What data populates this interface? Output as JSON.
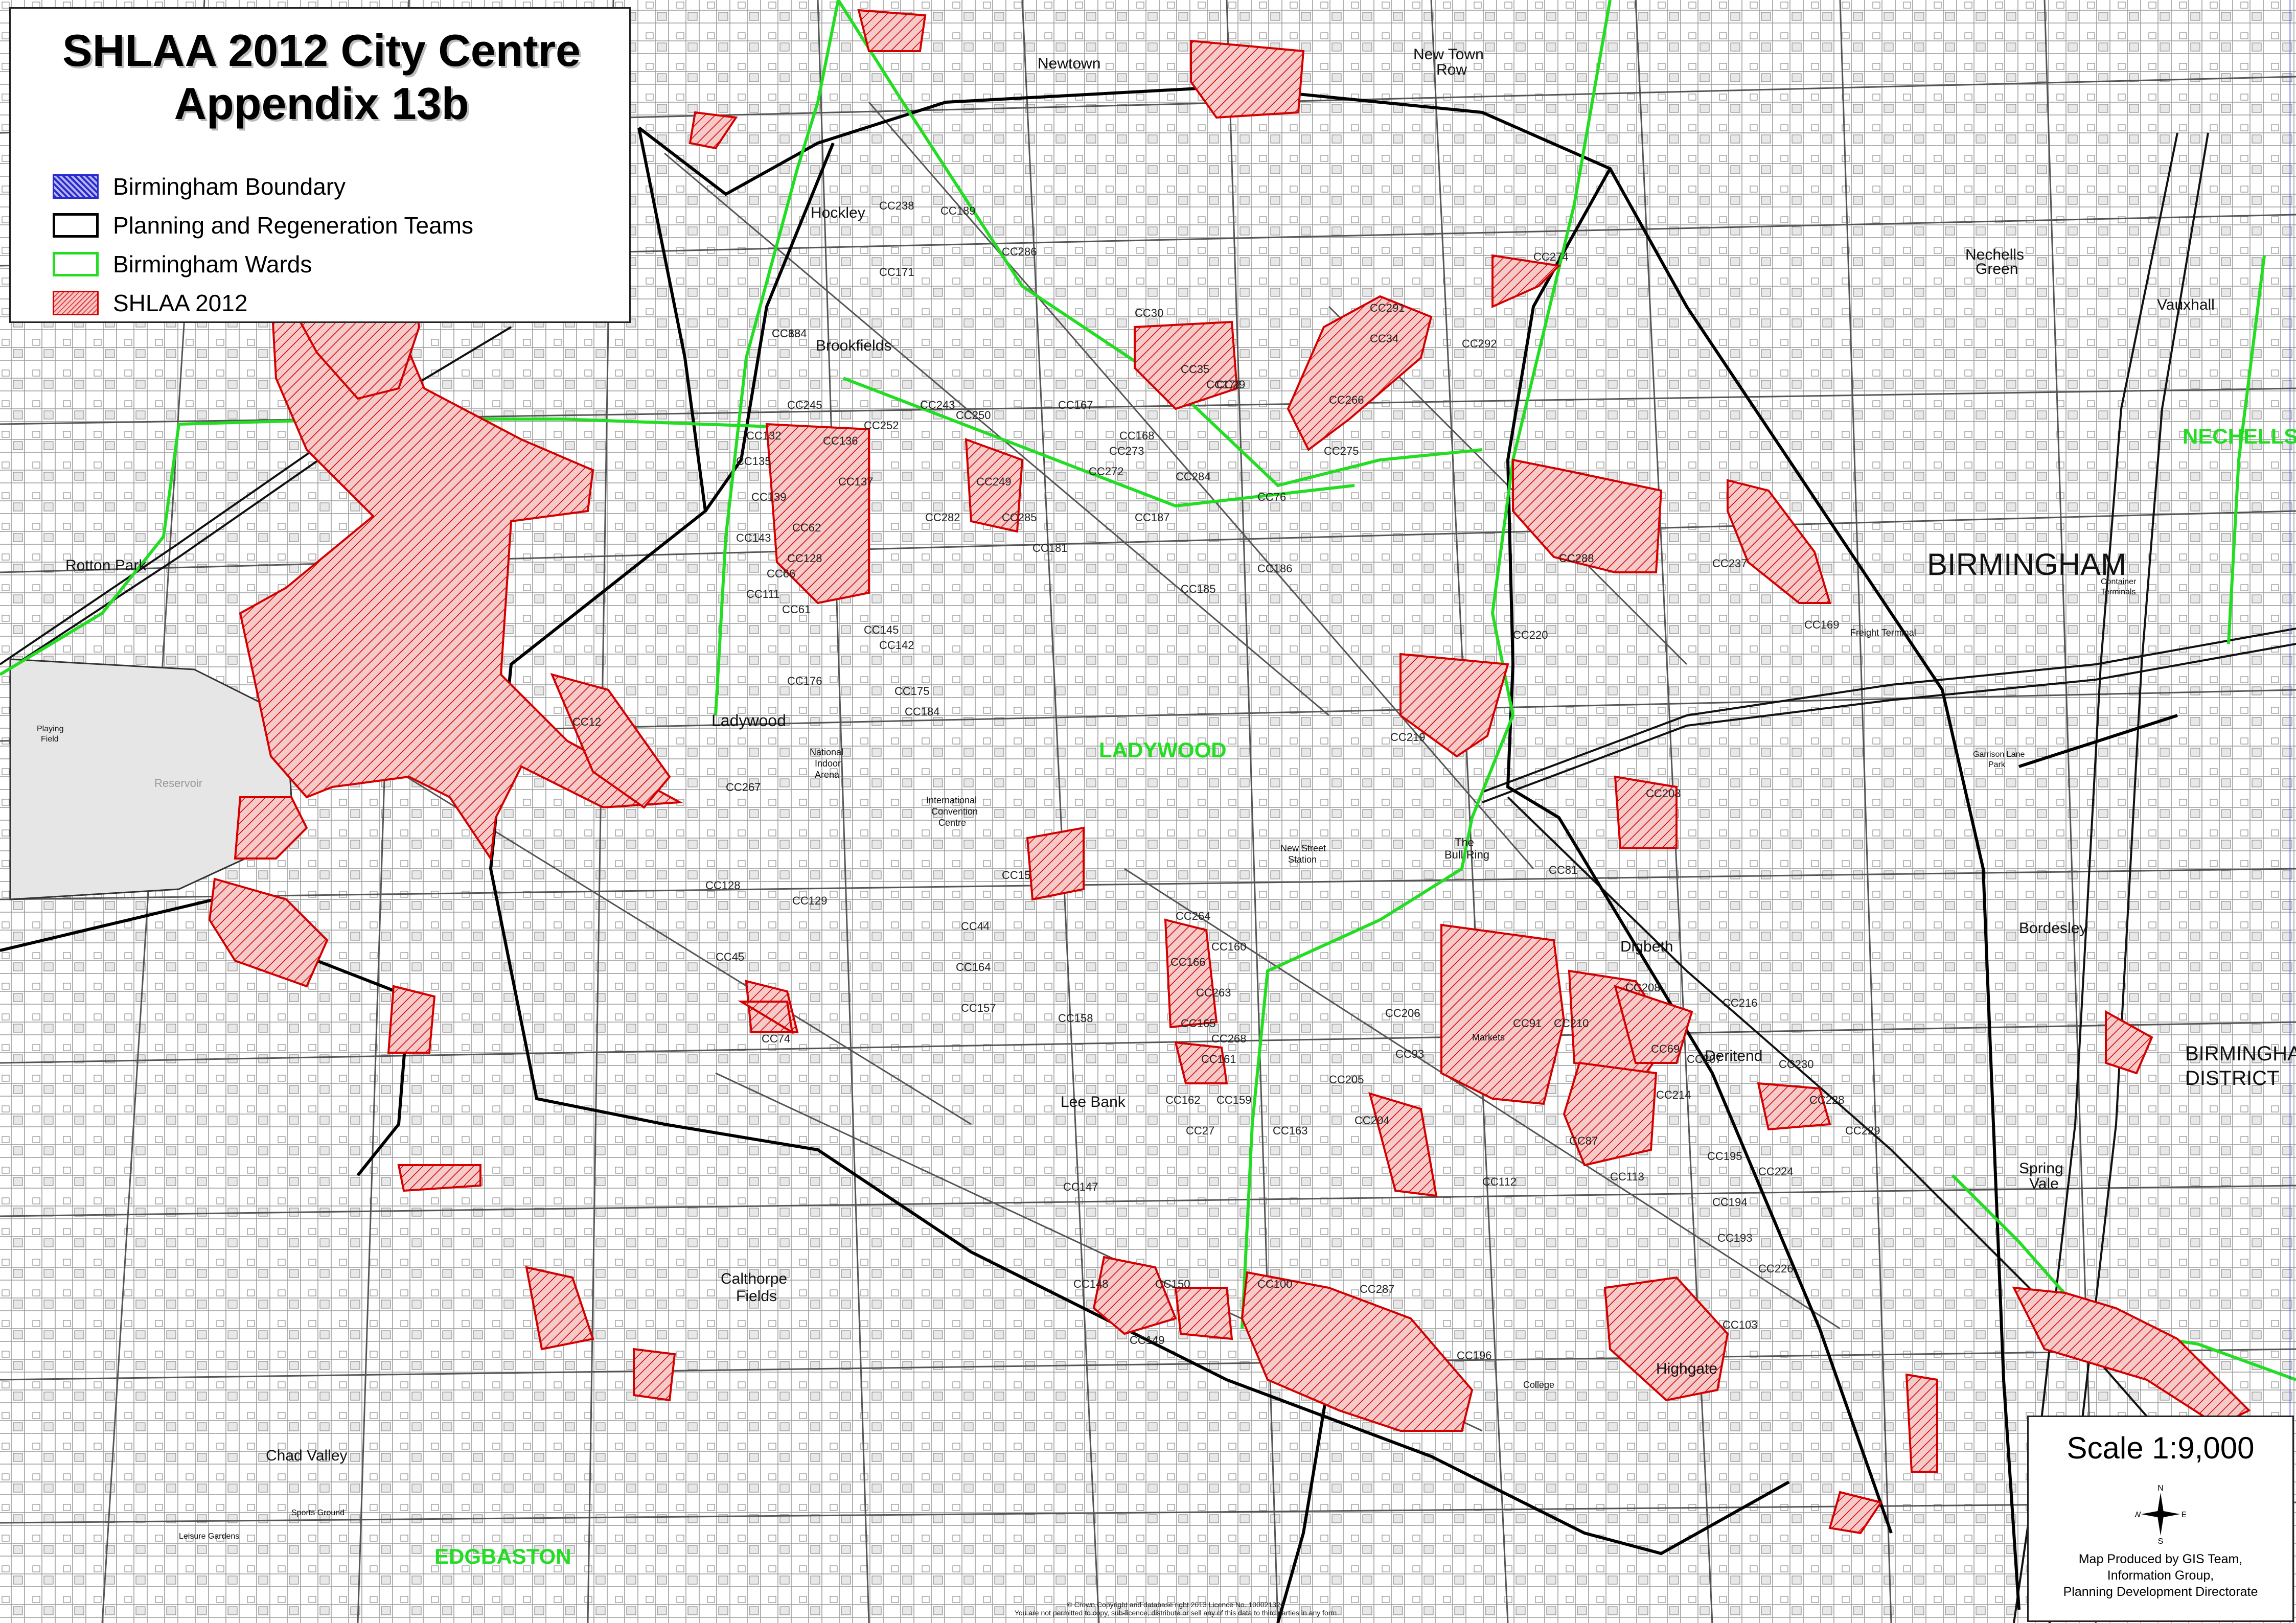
{
  "legend": {
    "title_line1": "SHLAA 2012 City Centre",
    "title_line2": "Appendix 13b",
    "items": [
      {
        "label": "Birmingham Boundary",
        "swatch": "blue-crosshatch"
      },
      {
        "label": "Planning and Regeneration Teams",
        "swatch": "black-outline"
      },
      {
        "label": "Birmingham Wards",
        "swatch": "green-outline"
      },
      {
        "label": "SHLAA 2012",
        "swatch": "red-hatch"
      }
    ]
  },
  "scale_panel": {
    "scale": "Scale 1:9,000",
    "compass": {
      "n": "N",
      "s": "S",
      "e": "E",
      "w": "W"
    },
    "credit": [
      "Map Produced by GIS Team,",
      "Information Group,",
      "Planning Development Directorate"
    ]
  },
  "wards": [
    "LADYWOOD",
    "NECHELLS",
    "EDGBASTON"
  ],
  "places": {
    "birmingham": "BIRMINGHAM",
    "birmingham_district_1": "BIRMINGHAM",
    "birmingham_district_2": "DISTRICT",
    "ladywood": "Ladywood",
    "hockley": "Hockley",
    "brookfields": "Brookfields",
    "newtown": "Newtown",
    "new_town_row_1": "New Town",
    "new_town_row_2": "Row",
    "nechells_green_1": "Nechells",
    "nechells_green_2": "Green",
    "vauxhall": "Vauxhall",
    "rotton_park": "Rotton Park",
    "reservoir": "Reservoir",
    "digbeth": "Digbeth",
    "deritend": "Deritend",
    "bordesley": "Bordesley",
    "lee_bank": "Lee Bank",
    "calthorpe_1": "Calthorpe",
    "calthorpe_2": "Fields",
    "chad_valley": "Chad Valley",
    "highgate": "Highgate",
    "spring_vale_1": "Spring",
    "spring_vale_2": "Vale",
    "bull_ring_1": "The",
    "bull_ring_2": "Bull Ring",
    "new_street_1": "New Street",
    "new_street_2": "Station",
    "nia_1": "National",
    "nia_2": "Indoor",
    "nia_3": "Arena",
    "icc_1": "International",
    "icc_2": "Convention",
    "icc_3": "Centre",
    "freight_terminal": "Freight Terminal",
    "container_1": "Container",
    "container_2": "Terminals",
    "markets": "Markets",
    "college": "College",
    "playing_1": "Playing",
    "playing_2": "Field",
    "sports_ground": "Sports Ground",
    "leisure_gardens": "Leisure Gardens",
    "garrison_1": "Garrison Lane",
    "garrison_2": "Park"
  },
  "cc_sites": [
    "CC134",
    "CC245",
    "CC132",
    "CC136",
    "CC135",
    "CC137",
    "CC139",
    "CC62",
    "CC143",
    "CC128",
    "CC66",
    "CC111",
    "CC61",
    "CC145",
    "CC142",
    "CC176",
    "CC175",
    "CC184",
    "CC267",
    "CC12",
    "CC128",
    "CC129",
    "CC45",
    "CC74",
    "CC15",
    "CC44",
    "CC157",
    "CC158",
    "CC264",
    "CC160",
    "CC166",
    "CC263",
    "CC165",
    "CC268",
    "CC161",
    "CC162",
    "CC159",
    "CC147",
    "CC148",
    "CC150",
    "CC149",
    "CC100",
    "CC287",
    "CC196",
    "CC286",
    "CC171",
    "CC238",
    "CC189",
    "CC243",
    "CC250",
    "CC252",
    "CC282",
    "CC249",
    "CC285",
    "CC181",
    "CC187",
    "CC284",
    "CC186",
    "CC185",
    "CC288",
    "CC220",
    "CC219",
    "CC203",
    "CC81",
    "CC208",
    "CC206",
    "CC93",
    "CC205",
    "CC204",
    "CC112",
    "CC113",
    "CC91",
    "CC210",
    "CC214",
    "CC87",
    "CC207",
    "CC216",
    "CC230",
    "CC228",
    "CC229",
    "CC195",
    "CC224",
    "CC194",
    "CC193",
    "CC226",
    "CC103",
    "CC291",
    "CC34",
    "CC274",
    "CC292",
    "CC266",
    "CC275",
    "CC76",
    "CC29",
    "CC30",
    "CC35",
    "CC172",
    "CC167",
    "CC168",
    "CC273",
    "CC272",
    "CC169",
    "CC237",
    "CC27",
    "CC163",
    "CC164",
    "CC69",
    "CC88"
  ],
  "copyright": [
    "© Crown Copyright and database right 2013 Licence No. 100021326",
    "You are not permitted to copy, sub-licence, distribute or sell any of this data to third parties in any form"
  ],
  "colors": {
    "shlaa": "#d40000",
    "wards": "#22dd22",
    "teams": "#000000",
    "boundary": "#2a2ad0"
  }
}
